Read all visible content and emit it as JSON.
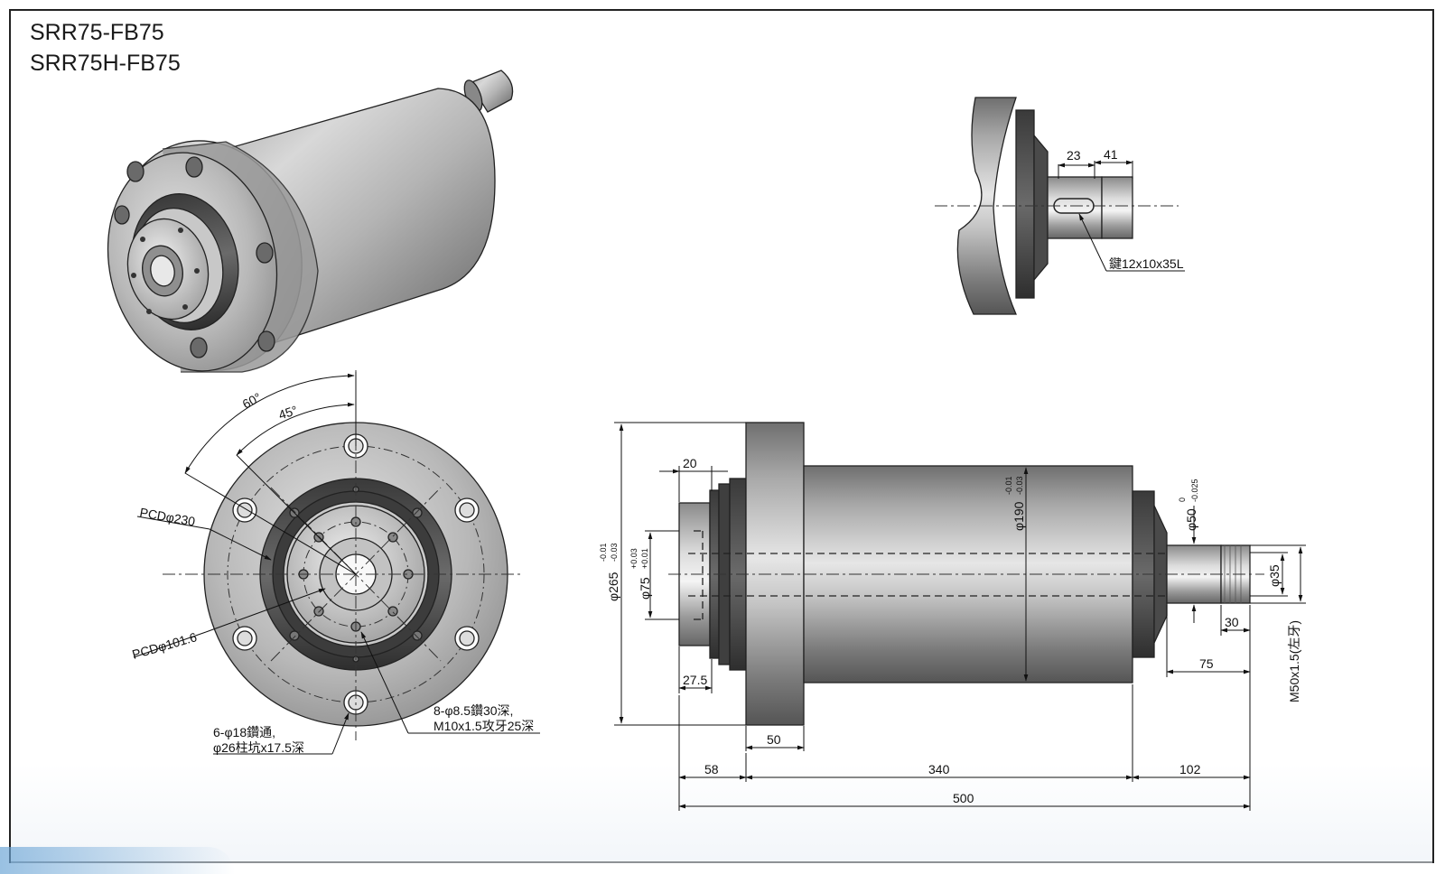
{
  "titles": {
    "line1": "SRR75-FB75",
    "line2": "SRR75H-FB75"
  },
  "shaft_detail": {
    "dim_a": "23",
    "dim_b": "41",
    "key_note": "鍵12x10x35L"
  },
  "front_view": {
    "angle_60": "60°",
    "angle_45": "45°",
    "pcd_outer": "PCDφ230",
    "pcd_inner": "PCDφ101.6",
    "holes_note_1": "6-φ18鑽通,",
    "holes_note_2": "φ26柱坑x17.5深",
    "holes_note_3": "8-φ8.5鑽30深,",
    "holes_note_4": "M10x1.5攻牙25深"
  },
  "side_view": {
    "d265": "φ265",
    "d265_tol_upper": "-0.01",
    "d265_tol_lower": "-0.03",
    "d75": "φ75",
    "d75_tol_upper": "+0.03",
    "d75_tol_lower": "+0.01",
    "d190": "φ190",
    "d190_tol_upper": "-0.01",
    "d190_tol_lower": "-0.03",
    "d50": "φ50",
    "d50_tol_upper": "0",
    "d50_tol_lower": "-0.025",
    "d35": "φ35",
    "thread": "M50x1.5(左牙)",
    "len_20": "20",
    "len_27_5": "27.5",
    "len_50": "50",
    "len_30": "30",
    "len_75": "75",
    "len_58": "58",
    "len_340": "340",
    "len_102": "102",
    "len_500": "500"
  }
}
